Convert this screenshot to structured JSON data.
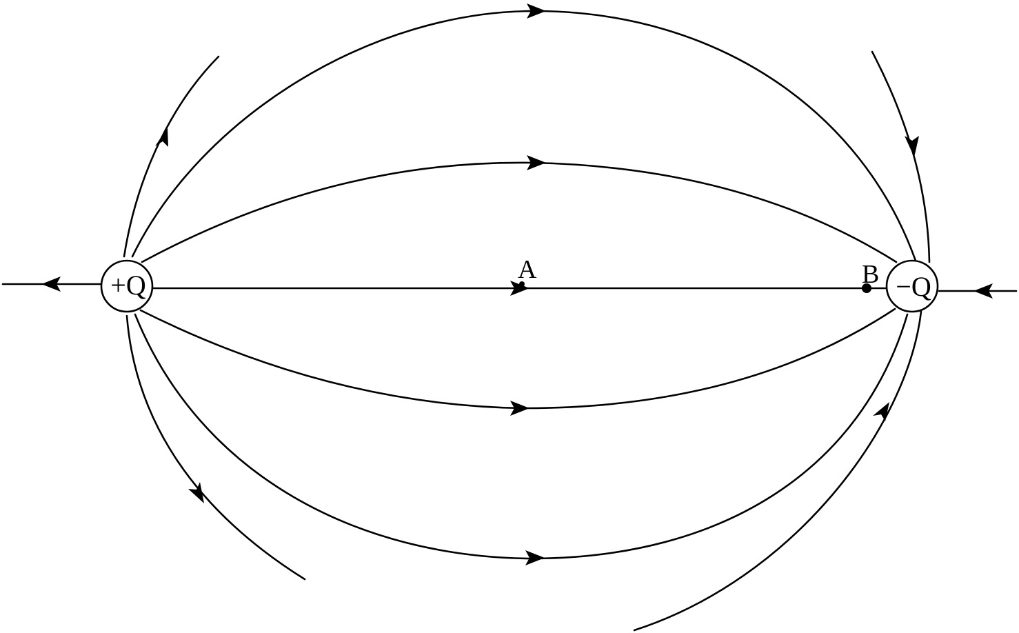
{
  "charges": {
    "positive": {
      "label": "+Q"
    },
    "negative": {
      "label": "−Q"
    }
  },
  "points": {
    "a": {
      "label": "A"
    },
    "b": {
      "label": "B"
    }
  },
  "colors": {
    "line": "#000000",
    "background": "#ffffff"
  }
}
